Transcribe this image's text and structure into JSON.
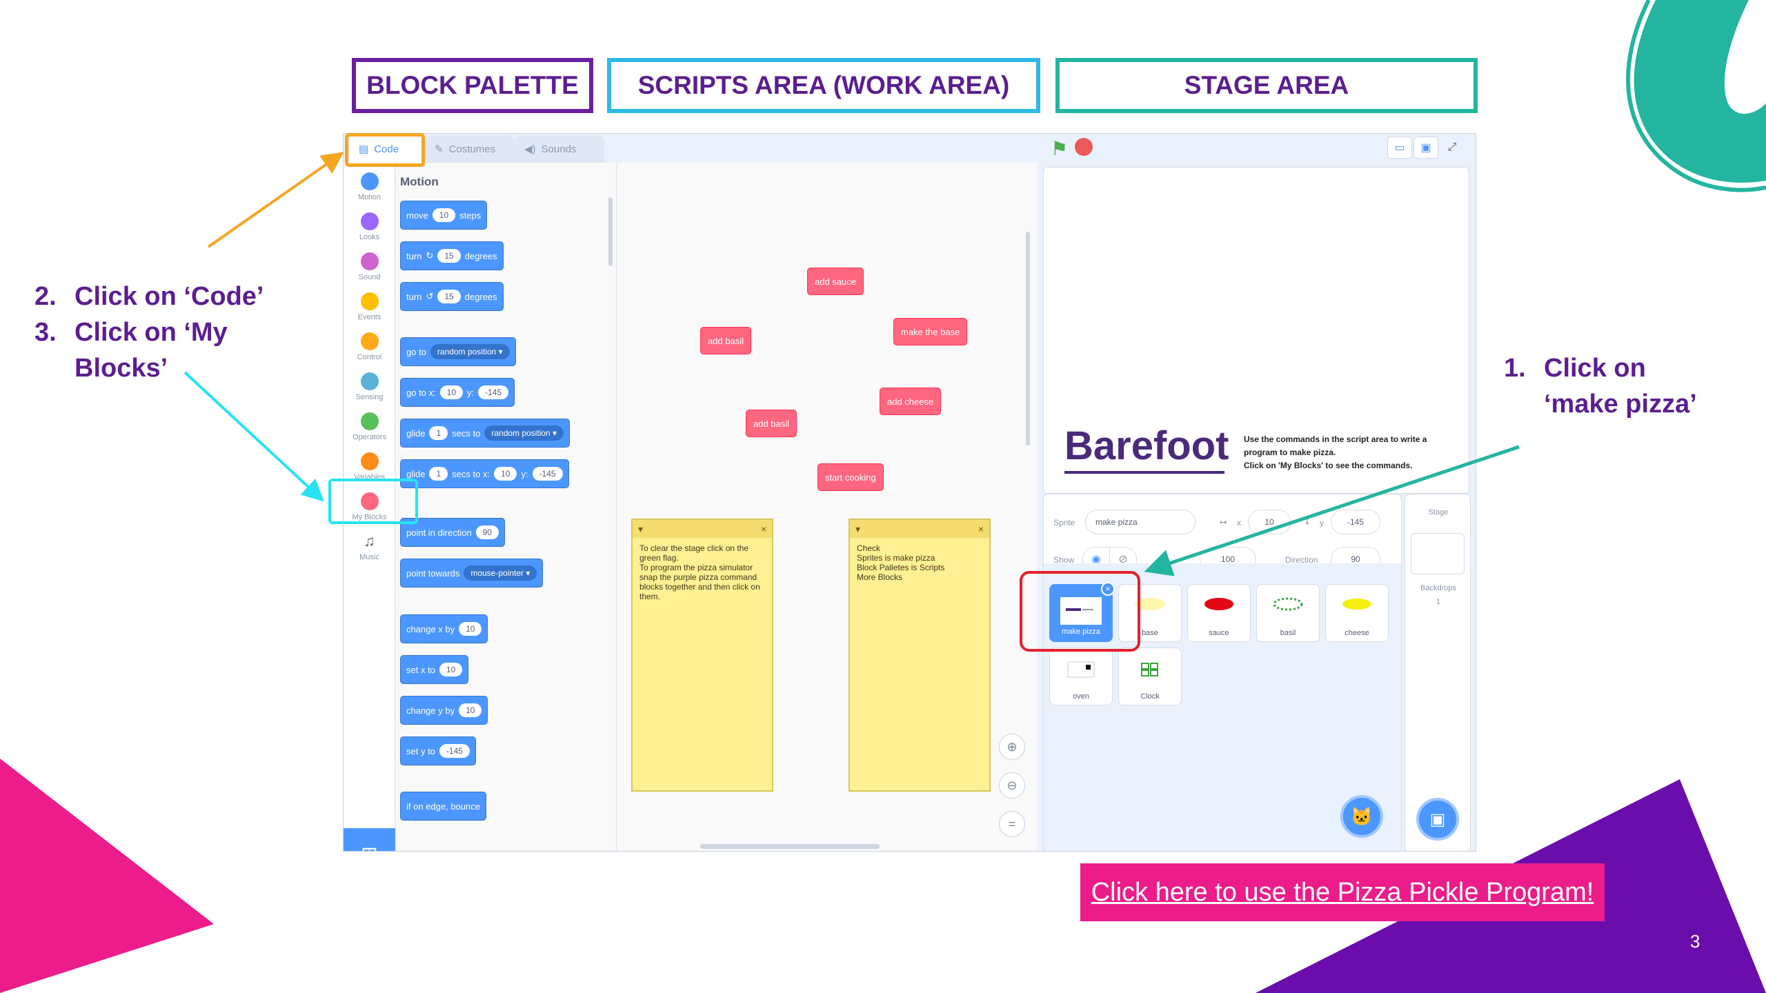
{
  "headers": {
    "block_palette": "BLOCK PALETTE",
    "scripts_area": "SCRIPTS AREA (WORK AREA)",
    "stage_area": "STAGE AREA"
  },
  "instructions_left": [
    {
      "num": "2.",
      "text": "Click on ‘Code’"
    },
    {
      "num": "3.",
      "text": "Click on ‘My",
      "cont": "Blocks’"
    }
  ],
  "instructions_right": {
    "num": "1.",
    "text": "Click on",
    "cont": "‘make pizza’"
  },
  "tabs": [
    "Code",
    "Costumes",
    "Sounds"
  ],
  "categories": [
    {
      "label": "Motion",
      "color": "#4c97ff"
    },
    {
      "label": "Looks",
      "color": "#9966ff"
    },
    {
      "label": "Sound",
      "color": "#cf63cf"
    },
    {
      "label": "Events",
      "color": "#ffbf00"
    },
    {
      "label": "Control",
      "color": "#ffab19"
    },
    {
      "label": "Sensing",
      "color": "#5cb1d6"
    },
    {
      "label": "Operators",
      "color": "#59c059"
    },
    {
      "label": "Variables",
      "color": "#ff8c1a"
    },
    {
      "label": "My Blocks",
      "color": "#ff6680"
    },
    {
      "label": "Music",
      "color": "#0fbd8c"
    }
  ],
  "palette": {
    "title": "Motion",
    "blocks": {
      "move": {
        "a": "move",
        "v1": "10",
        "b": "steps"
      },
      "turn_right": {
        "a": "turn",
        "icon": "↻",
        "v1": "15",
        "b": "degrees"
      },
      "turn_left": {
        "a": "turn",
        "icon": "↺",
        "v1": "15",
        "b": "degrees"
      },
      "go_to": {
        "a": "go to",
        "d1": "random position ▾"
      },
      "go_to_xy": {
        "a": "go to x:",
        "v1": "10",
        "b": "y:",
        "v2": "-145"
      },
      "glide_to": {
        "a": "glide",
        "v1": "1",
        "b": "secs to",
        "d1": "random position ▾"
      },
      "glide_xy": {
        "a": "glide",
        "v1": "1",
        "b": "secs to x:",
        "v2": "10",
        "c": "y:",
        "v3": "-145"
      },
      "point_direction": {
        "a": "point in direction",
        "v1": "90"
      },
      "point_towards": {
        "a": "point towards",
        "d1": "mouse-pointer ▾"
      },
      "change_x": {
        "a": "change x by",
        "v1": "10"
      },
      "set_x": {
        "a": "set x to",
        "v1": "10"
      },
      "change_y": {
        "a": "change y by",
        "v1": "10"
      },
      "set_y": {
        "a": "set y to",
        "v1": "-145"
      },
      "bounce": {
        "a": "if on edge, bounce"
      }
    }
  },
  "scripts": {
    "my_blocks": [
      "add sauce",
      "add basil",
      "make the base",
      "add cheese",
      "add basil",
      "start cooking"
    ],
    "note_left": "To clear the stage click on the green flag.\nTo program the pizza simulator snap the purple pizza command blocks together and then click on them.",
    "note_right": "Check\nSprites is make pizza\nBlock Palletes is Scripts\nMore Blocks"
  },
  "stage": {
    "logo": "Barefoot",
    "text": "Use the commands in the script area to write a program to make pizza.\nClick on 'My Blocks' to see the commands."
  },
  "sprite_info": {
    "sprite_label": "Sprite",
    "sprite_name": "make pizza",
    "x_label": "x",
    "x": "10",
    "y_label": "y",
    "y": "-145",
    "show_label": "Show",
    "size": "100",
    "direction_label": "Direction",
    "direction": "90"
  },
  "sprites": [
    "make pizza",
    "base",
    "sauce",
    "basil",
    "cheese",
    "oven",
    "Clock"
  ],
  "stage_panel": {
    "title": "Stage",
    "backdrops_label": "Backdrops",
    "backdrops_count": "1"
  },
  "link_text": "Click here to use the Pizza Pickle Program!",
  "page_number": "3",
  "colors": {
    "purple": "#5b1e8f",
    "pink": "#ec1c8a",
    "teal": "#23b5a0",
    "cyan": "#2fb8e6",
    "orange": "#f5a623",
    "red": "#e3202a"
  }
}
